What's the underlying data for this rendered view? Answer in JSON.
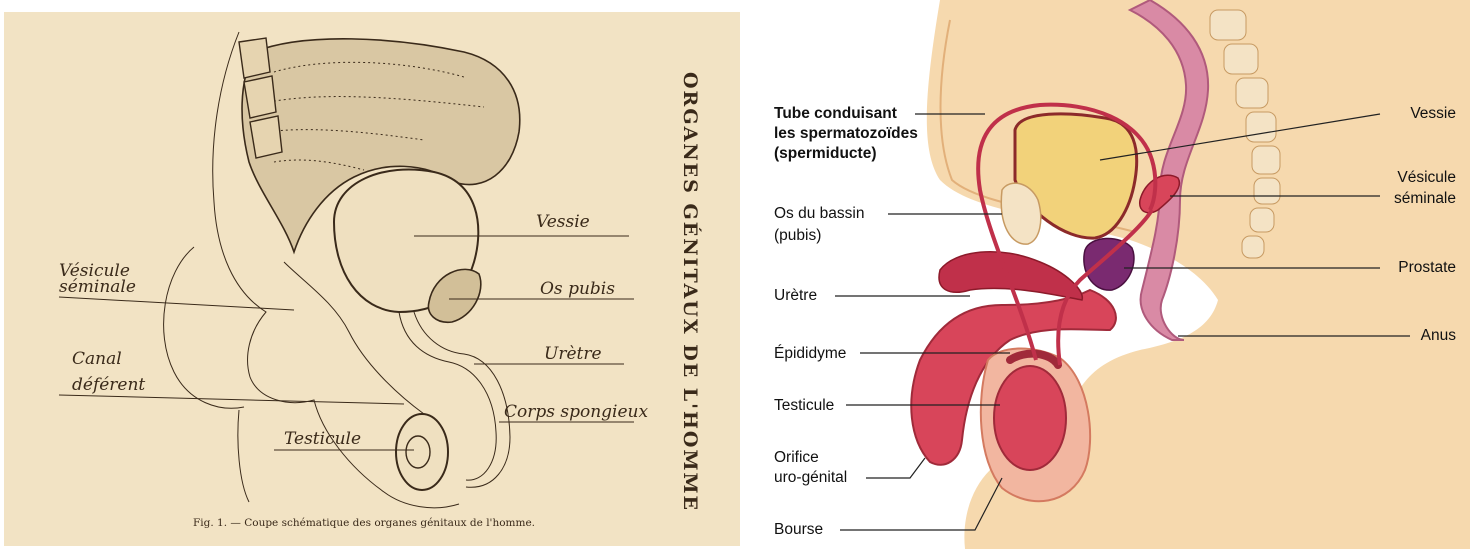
{
  "left_figure": {
    "vertical_title": "ORGANES GÉNITAUX DE L'HOMME",
    "caption": "Fig. 1. — Coupe schématique des organes génitaux de l'homme.",
    "labels": {
      "vessie": "Vessie",
      "vesicule_line1": "Vésicule",
      "vesicule_line2": "séminale",
      "os_pubis": "Os pubis",
      "uretre": "Urètre",
      "canal_line1": "Canal",
      "canal_line2": "déférent",
      "corps_spongieux": "Corps spongieux",
      "testicule": "Testicule"
    }
  },
  "right_figure": {
    "labels": {
      "tube_line1": "Tube conduisant",
      "tube_line2": "les spermatozoïdes",
      "tube_line3": "(spermiducte)",
      "os_line1": "Os du bassin",
      "os_line2": "(pubis)",
      "uretre": "Urètre",
      "epididyme": "Épididyme",
      "testicule": "Testicule",
      "orifice_line1": "Orifice",
      "orifice_line2": "uro-génital",
      "bourse": "Bourse",
      "vessie": "Vessie",
      "vesicule_line1": "Vésicule",
      "vesicule_line2": "séminale",
      "prostate": "Prostate",
      "anus": "Anus"
    }
  }
}
